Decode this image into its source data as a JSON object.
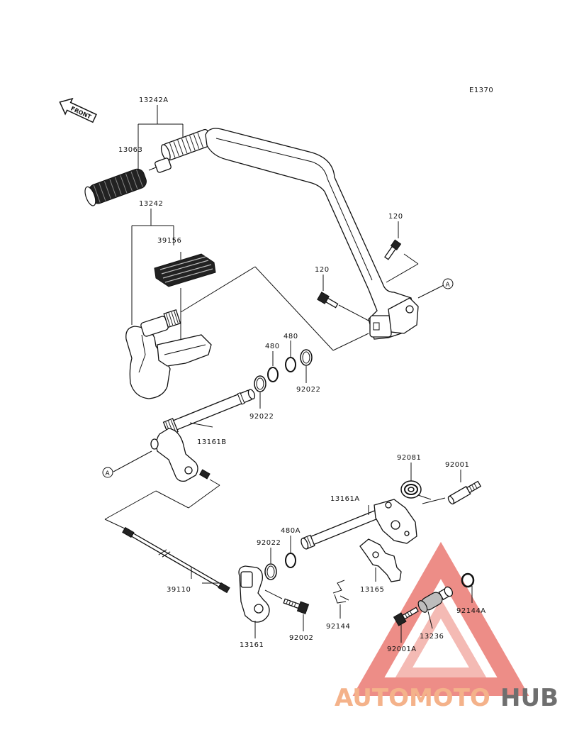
{
  "diagram_code": "E1370",
  "front_arrow_label": "FRONT",
  "ref_marker": "A",
  "labels": {
    "p13242A": "13242A",
    "p13063": "13063",
    "p13242": "13242",
    "p39156": "39156",
    "p120a": "120",
    "p120b": "120",
    "p480a": "480",
    "p480b": "480",
    "p92022a": "92022",
    "p92022b": "92022",
    "p92022c": "92022",
    "p13161B": "13161B",
    "p92081": "92081",
    "p92001": "92001",
    "p13161A": "13161A",
    "p480A": "480A",
    "p39110": "39110",
    "p13165": "13165",
    "p92144": "92144",
    "p92144A": "92144A",
    "p13236": "13236",
    "p92001A": "92001A",
    "p13161": "13161",
    "p92002": "92002"
  },
  "watermark": {
    "part1": "AUTOMOTO",
    "part2": "HUB",
    "color1": "#f4b28a",
    "color2": "#6f6f6f",
    "triangle_color": "#e8675f"
  }
}
